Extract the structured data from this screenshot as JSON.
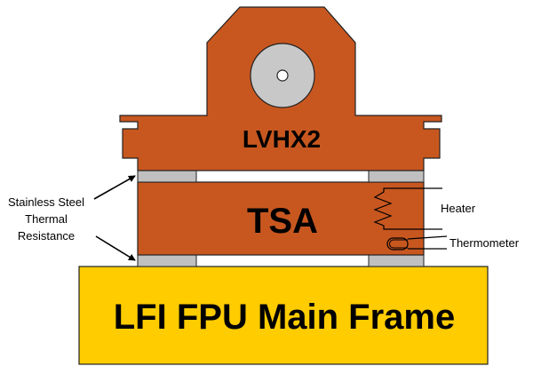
{
  "labels": {
    "lvhx2": "LVHX2",
    "tsa": "TSA",
    "main_frame": "LFI FPU Main Frame",
    "heater": "Heater",
    "thermometer": "Thermometer",
    "resistance": [
      "Stainless Steel",
      "Thermal",
      "Resistance"
    ]
  },
  "colors": {
    "copper": "#C8571F",
    "gold": "#FFCC00",
    "steel": "#C0C0C0",
    "outline": "#222222"
  }
}
